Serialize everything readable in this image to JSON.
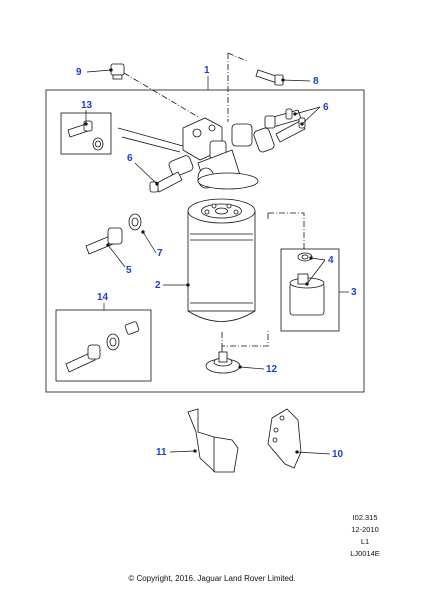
{
  "callouts": [
    {
      "id": "c1",
      "label": "1"
    },
    {
      "id": "c2",
      "label": "2"
    },
    {
      "id": "c3",
      "label": "3"
    },
    {
      "id": "c4",
      "label": "4"
    },
    {
      "id": "c5",
      "label": "5"
    },
    {
      "id": "c6a",
      "label": "6"
    },
    {
      "id": "c6b",
      "label": "6"
    },
    {
      "id": "c7",
      "label": "7"
    },
    {
      "id": "c8",
      "label": "8"
    },
    {
      "id": "c9",
      "label": "9"
    },
    {
      "id": "c10",
      "label": "10"
    },
    {
      "id": "c11",
      "label": "11"
    },
    {
      "id": "c12",
      "label": "12"
    },
    {
      "id": "c13",
      "label": "13"
    },
    {
      "id": "c14",
      "label": "14"
    }
  ],
  "reference": {
    "code": "I02.315",
    "date": "12-2010",
    "level": "L1",
    "illustration_id": "LJ0014E"
  },
  "copyright": "© Copyright, 2016. Jaguar Land Rover Limited.",
  "colors": {
    "callout": "#1a3fd6",
    "line": "#111111"
  }
}
